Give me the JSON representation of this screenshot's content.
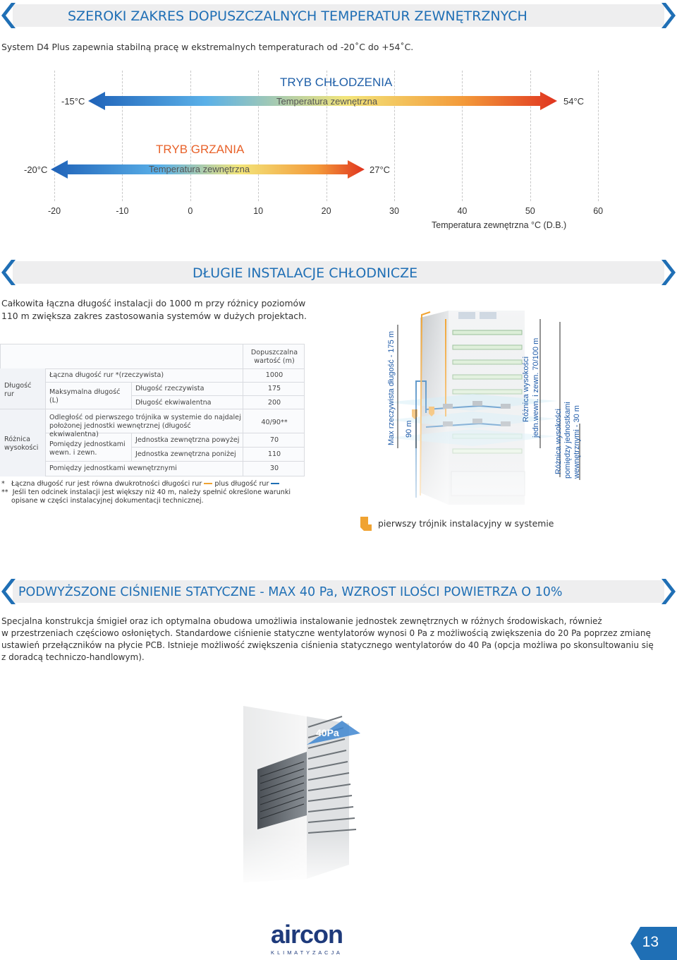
{
  "section1": {
    "title": "SZEROKI ZAKRES DOPUSZCZALNYCH TEMPERATUR ZEWNĘTRZNYCH",
    "intro": "System D4 Plus zapewnia stabilną pracę w ekstremalnych temperaturach od -20˚C do +54˚C."
  },
  "temp_chart": {
    "cooling": {
      "title": "TRYB CHŁODZENIA",
      "label": "Temperatura zewnętrzna",
      "min_label": "-15°C",
      "max_label": "54°C",
      "min": -15,
      "max": 54,
      "color": "#1f5fa8"
    },
    "heating": {
      "title": "TRYB GRZANIA",
      "label": "Temperatura zewnętrzna",
      "min_label": "-20°C",
      "max_label": "27°C",
      "min": -20,
      "max": 27,
      "color": "#e8622a"
    },
    "axis": {
      "ticks": [
        "-20",
        "-10",
        "0",
        "10",
        "20",
        "30",
        "40",
        "50",
        "60"
      ],
      "label": "Temperatura zewnętrzna °C (D.B.)"
    }
  },
  "section2": {
    "title": "DŁUGIE INSTALACJE CHŁODNICZE",
    "intro_line1": "Całkowita łączna długość instalacji do 1000 m przy różnicy poziomów",
    "intro_line2": "110 m zwiększa zakres zastosowania systemów w dużych projektach."
  },
  "table": {
    "header_value": "Dopuszczalna wartość (m)",
    "group1": "Długość rur",
    "group2": "Różnica wysokości",
    "rows": {
      "total_label": "Łączna długość rur *(rzeczywista)",
      "total_value": "1000",
      "max_label": "Maksymalna długość (L)",
      "actual_label": "Długość rzeczywista",
      "actual_value": "175",
      "equiv_label": "Długość ekwiwalentna",
      "equiv_value": "200",
      "branch_label": "Odległość od pierwszego trójnika w systemie do najdalej położonej jednostki wewnętrznej (długość ekwiwalentna)",
      "branch_value": "40/90**",
      "between_io_label": "Pomiędzy jednostkami wewn. i zewn.",
      "above_label": "Jednostka zewnętrzna powyżej",
      "above_value": "70",
      "below_label": "Jednostka zewnętrzna poniżej",
      "below_value": "110",
      "indoor_label": "Pomiędzy jednostkami wewnętrznymi",
      "indoor_value": "30"
    }
  },
  "notes": {
    "n1_pre": "Łączna długość rur jest równa dwukrotności długości rur",
    "n1_mid": "plus długość rur",
    "n2_line1": "Jeśli ten odcinek instalacji jest większy niż 40 m, należy spełnić określone warunki",
    "n2_line2": "opisane w części instalacyjnej dokumentacji technicznej.",
    "star1": "*",
    "star2": "**"
  },
  "building": {
    "max_length": "Max rzeczywista długość - 175 m",
    "len90": "90 m",
    "height_io_1": "Różnica wysokości",
    "height_io_2": "jedn.wewn. i zewn. 70/100 m",
    "height_in_1": "Różnica wysokości",
    "height_in_2": "pomiędzy jednostkami",
    "height_in_3": "wewnętrznymi - 30 m",
    "legend": "pierwszy trójnik instalacyjny w systemie"
  },
  "section3": {
    "title": "PODWYŻSZONE CIŚNIENIE STATYCZNE - MAX 40 Pa, WZROST ILOŚCI POWIETRZA O 10%",
    "line1": "Specjalna konstrukcja śmigieł oraz ich optymalna obudowa umożliwia instalowanie jednostek zewnętrznych w różnych środowiskach, również",
    "line2": "w przestrzeniach częściowo osłoniętych. Standardowe ciśnienie statyczne wentylatorów wynosi 0 Pa z możliwością zwiększenia do 20 Pa poprzez zmianę",
    "line3": "ustawień przełączników na płycie PCB. Istnieje możliwość zwiększenia ciśnienia statycznego wentylatorów do 40 Pa (opcja możliwa po skonsultowaniu się",
    "line4": "z doradcą techniczo-handlowym).",
    "badge": "40Pa"
  },
  "logo": {
    "name": "aircon",
    "sub": "K L I M A T Y Z A C J A"
  },
  "page_number": "13",
  "colors": {
    "brand": "#1f6fb5",
    "orange": "#f0a332",
    "red": "#e54a2a",
    "navy": "#1e3a7b"
  }
}
